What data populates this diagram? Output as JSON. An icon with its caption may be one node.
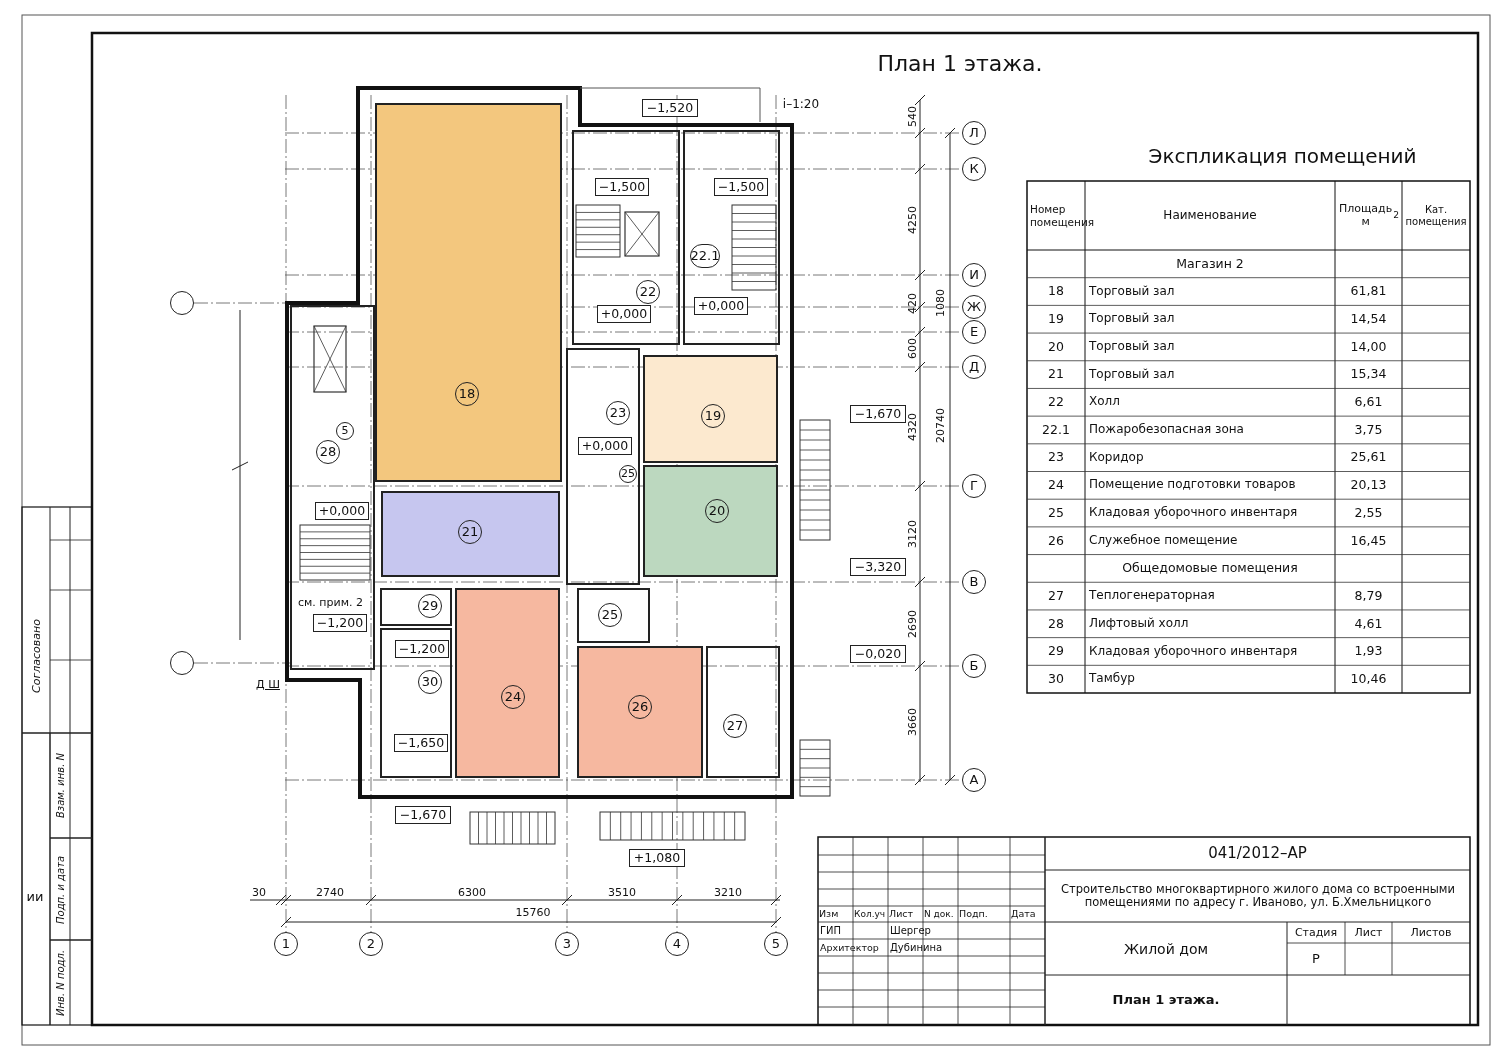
{
  "diagram": {
    "title": "План 1 этажа.",
    "nodes": [
      {
        "text": [],
        "shape": "circle"
      },
      {
        "text": [],
        "shape": "circle"
      },
      {
        "text": [
          "Л"
        ]
      },
      {
        "text": [
          "К"
        ]
      },
      {
        "text": [
          "И"
        ]
      },
      {
        "text": [
          "Ж"
        ]
      },
      {
        "text": [
          "Е"
        ]
      },
      {
        "text": [
          "Д"
        ]
      },
      {
        "text": [
          "Г"
        ]
      },
      {
        "text": [
          "В"
        ]
      },
      {
        "text": [
          "Б"
        ]
      },
      {
        "text": [
          "А"
        ]
      },
      {
        "text": [
          "−1,520"
        ]
      },
      {
        "text": [
          "18"
        ]
      },
      {
        "text": [
          "22"
        ]
      },
      {
        "text": [
          "−1,500"
        ],
        "in": 14
      },
      {
        "text": [
          "+0,000"
        ],
        "in": 14
      },
      {
        "text": [
          "22.1"
        ]
      },
      {
        "text": [
          "−1,500"
        ],
        "in": 17
      },
      {
        "text": [
          "+0,000"
        ],
        "in": 17
      },
      {
        "text": [
          "28"
        ]
      },
      {
        "text": [
          "5"
        ],
        "in": 20
      },
      {
        "text": [
          "+0,000"
        ],
        "in": 20
      },
      {
        "text": [
          "−1,200"
        ],
        "in": 20
      },
      {
        "text": [
          "23"
        ]
      },
      {
        "text": [
          "+0,000"
        ],
        "in": 24
      },
      {
        "text": [
          "25"
        ],
        "in": 24
      },
      {
        "text": [
          "19"
        ]
      },
      {
        "text": [
          "20"
        ]
      },
      {
        "text": [
          "−1,670"
        ]
      },
      {
        "text": [
          "21"
        ]
      },
      {
        "text": [
          "−3,320"
        ]
      },
      {
        "text": [
          "29"
        ]
      },
      {
        "text": [
          "25"
        ]
      },
      {
        "text": [
          "30"
        ]
      },
      {
        "text": [
          "−1,200"
        ],
        "in": 34
      },
      {
        "text": [
          "−1,650"
        ],
        "in": 34
      },
      {
        "text": [
          "24"
        ]
      },
      {
        "text": [
          "26"
        ]
      },
      {
        "text": [
          "−0,020"
        ]
      },
      {
        "text": [
          "27"
        ]
      },
      {
        "text": [
          "−1,670"
        ]
      },
      {
        "text": [
          "+1,080"
        ]
      },
      {
        "text": [
          "1"
        ]
      },
      {
        "text": [
          "2"
        ]
      },
      {
        "text": [
          "3"
        ]
      },
      {
        "text": [
          "4"
        ]
      },
      {
        "text": [
          "5"
        ]
      }
    ],
    "labels": [
      "i–1:20",
      "540",
      "4250",
      "420",
      "1080",
      "600",
      "4320",
      "20740",
      "3120",
      "2690",
      "3660",
      "Экспликация помещений",
      "Номер помещения",
      "Наименование",
      "Площадь м$^{2}$",
      "Кат. помещения",
      "Магазин 2",
      "18",
      "Торговый зал",
      "61,81",
      "19",
      "Торговый зал",
      "14,54",
      "20",
      "Торговый зал",
      "14,00",
      "21",
      "Торговый зал",
      "15,34",
      "22",
      "Холл",
      "6,61",
      "22.1",
      "Пожаробезопасная зона",
      "3,75",
      "23",
      "Коридор",
      "25,61",
      "24",
      "Помещение подготовки товаров",
      "20,13",
      "25",
      "Кладовая уборочного инвентаря",
      "2,55",
      "26",
      "Служебное помещение",
      "16,45",
      "Общедомовые помещения",
      "27",
      "Теплогенераторная",
      "8,79",
      "28",
      "Лифтовый холл",
      "4,61",
      "29",
      "Кладовая уборочного инвентаря",
      "1,93",
      "30",
      "Тамбур",
      "10,46",
      "см. прим. 2",
      "Д Ш",
      "30",
      "2740",
      "6300",
      "3510",
      "3210",
      "15760",
      "041/2012–АР",
      "Строительство многоквартирного жилого дома со встроенными помещениями по адресу г. Иваново, ул. Б.Хмельницкого",
      "Изм",
      "Кол.уч",
      "Лист",
      "N док.",
      "Подп.",
      "Дата",
      "ГИП",
      "Шергер",
      "Архитектор",
      "Дубинина",
      "Жилой дом",
      "Стадия",
      "Лист",
      "Листов",
      "Р",
      "План 1 этажа.",
      "Согласовано",
      "Взам. инв. N",
      "Подп. и дата",
      "Инв. N подл.",
      "ии"
    ]
  }
}
